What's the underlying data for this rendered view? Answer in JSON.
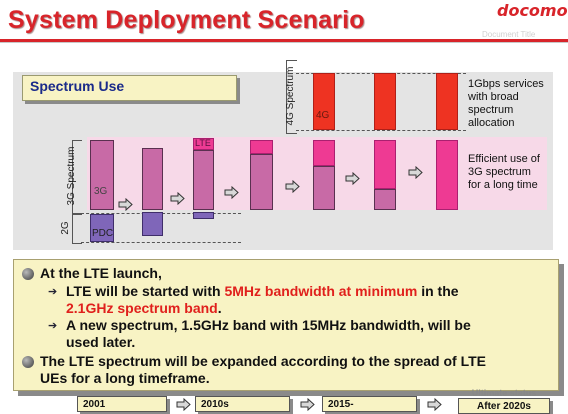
{
  "header": {
    "title": "System Deployment Scenario",
    "logo": "docomo",
    "ghost_text": "Document Title"
  },
  "diagram": {
    "spectrum_use_label": "Spectrum Use",
    "labels": {
      "4g_spectrum": "4G Spectrum",
      "3g_spectrum": "3G Spectrum",
      "2g": "2G",
      "bar_4g": "4G",
      "bar_lte": "LTE",
      "bar_3g": "3G",
      "bar_pdc": "PDC"
    },
    "descriptions": {
      "4g": [
        "1Gbps services",
        "with broad",
        "spectrum",
        "allocation"
      ],
      "3g": [
        "Efficient use of",
        "3G spectrum",
        "for a long time"
      ]
    },
    "colors": {
      "title_red": "#d8242a",
      "bar_4g_red": "#ee3322",
      "bar_3g_magenta": "#c86aa6",
      "bar_lte_pink": "#ee3a93",
      "bar_pdc_purple": "#7f66b9",
      "band_pink": "#f7d9e8",
      "box_yellow": "#f8f3c4"
    }
  },
  "bullets": {
    "item1": {
      "lead": "At the LTE launch,",
      "sub1": {
        "part1": "LTE will be started with ",
        "red1": "5MHz bandwidth at minimum",
        "part2": " in the",
        "red2": "2.1GHz spectrum band",
        "part3": "."
      },
      "sub2": {
        "line1": "A new spectrum, 1.5GHz band with 15MHz bandwidth, will be",
        "line2": "used later."
      }
    },
    "item2": {
      "line1": "The LTE spectrum will be expanded according to the spread of LTE",
      "line2": "UEs for a long timeframe."
    }
  },
  "timeline": {
    "t1": "2001",
    "t2": "2010s",
    "t3": "2015-",
    "ultimate_label": "Ultimate status",
    "t4": "After 2020s"
  }
}
